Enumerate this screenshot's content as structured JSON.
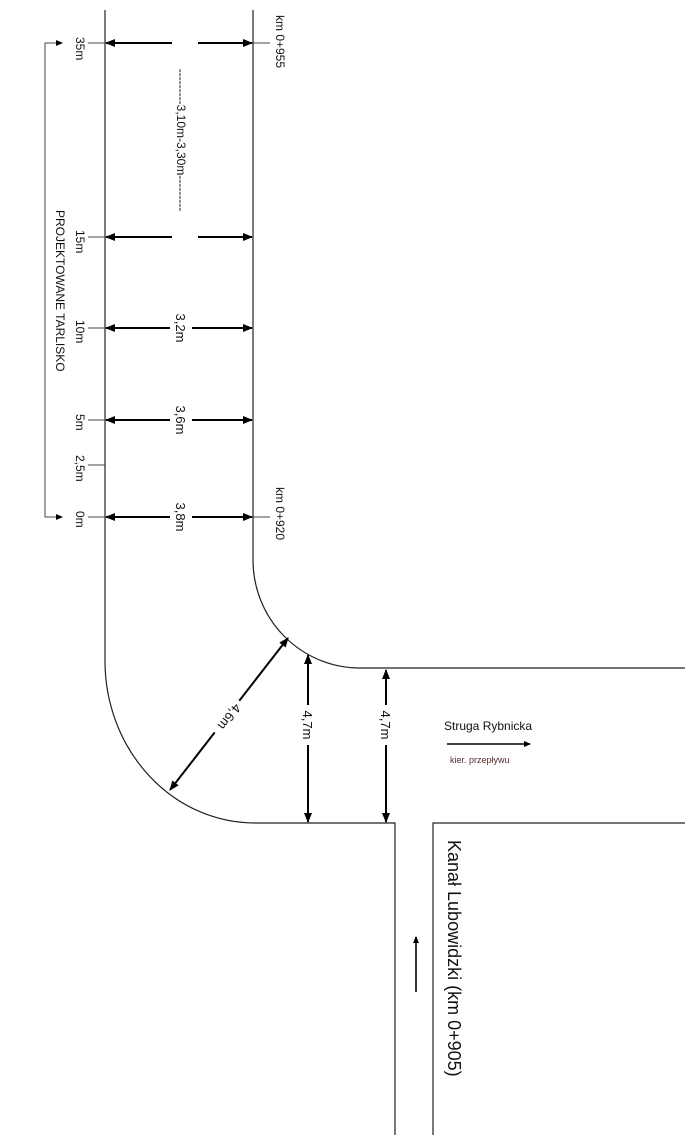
{
  "stations": {
    "top": "km 0+955",
    "bottom": "km 0+920"
  },
  "distance_marks": [
    "35m",
    "15m",
    "10m",
    "5m",
    "2,5m",
    "0m"
  ],
  "section_label": "PROJEKTOWANE TARLISKO",
  "widths": {
    "range": "---------3,10m-3,30m---------",
    "w10": "3,2m",
    "w5": "3,6m",
    "w0": "3,8m"
  },
  "junction": {
    "diag": "4,6m",
    "inner": "4,7m",
    "outer": "4,7m"
  },
  "river": {
    "name": "Struga Rybnicka",
    "flow": "kier. przepływu",
    "flow_color": "#5a2a2a"
  },
  "canal": {
    "name": "Kanał Lubowidzki (km 0+905)"
  }
}
